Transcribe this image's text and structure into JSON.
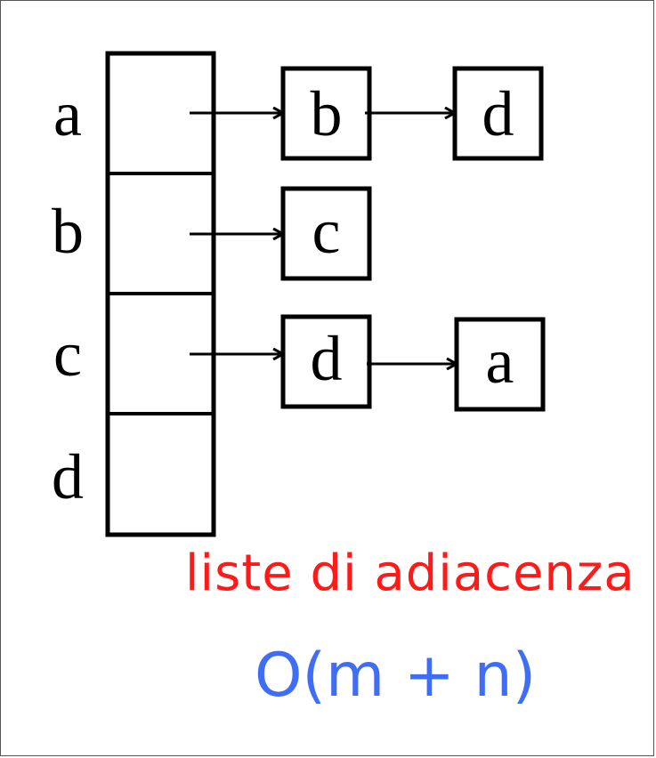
{
  "vertices": [
    "a",
    "b",
    "c",
    "d"
  ],
  "adjacency": [
    [
      "b",
      "d"
    ],
    [
      "c"
    ],
    [
      "d",
      "a"
    ],
    []
  ],
  "caption": "liste di adiacenza",
  "complexity": "O(m + n)",
  "colors": {
    "caption": "#ff1a1a",
    "complexity": "#3f6ef5",
    "stroke": "#000000"
  }
}
